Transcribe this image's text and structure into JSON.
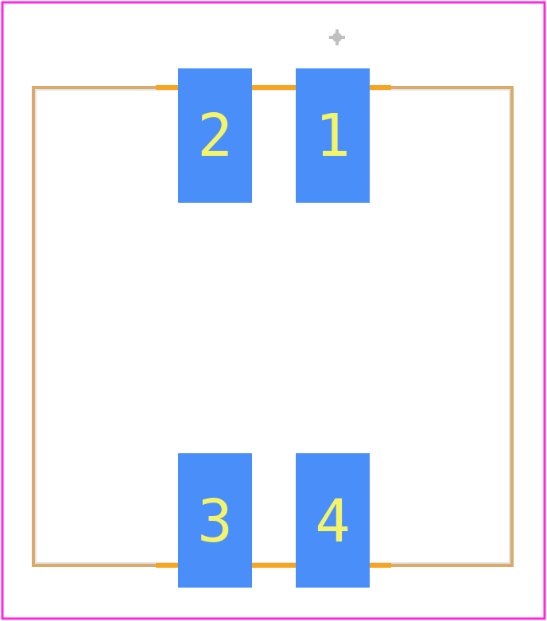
{
  "colors": {
    "background": "#ffffff",
    "courtyard": "#ff26e2",
    "body_outline": "#d9aa6a",
    "body_outline_inner": "#c9c9c9",
    "fab_edge": "#f7a41e",
    "pad": "#4a8ff9",
    "pad_text": "#f4f46a",
    "pin1_marker": "#c0c0c0"
  },
  "pads": [
    {
      "number": "1"
    },
    {
      "number": "2"
    },
    {
      "number": "3"
    },
    {
      "number": "4"
    }
  ],
  "pin1_marker": {
    "icon": "pin1-dot-icon"
  }
}
